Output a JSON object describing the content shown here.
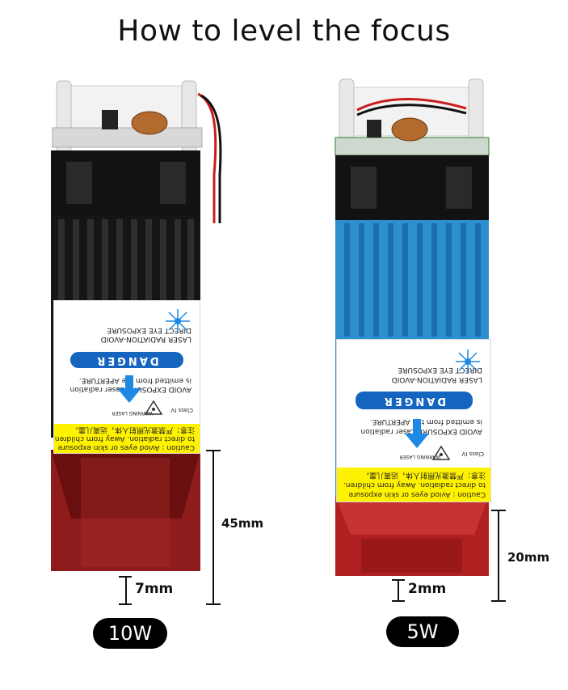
{
  "title": "How to level the focus",
  "modules": [
    {
      "power_label": "10W",
      "height_dimension": "45mm",
      "gap_dimension": "7mm",
      "heatsink_color": "#151515",
      "nozzle_color": "#8e1c1c"
    },
    {
      "power_label": "5W",
      "height_dimension": "20mm",
      "gap_dimension": "2mm",
      "heatsink_color": "#2c8fd0",
      "nozzle_color": "#b02020"
    }
  ],
  "sticker": {
    "line1": "LASER RADIATION-AVOID",
    "line2": "DIRECT EYE EXPOSURE",
    "danger": "DANGER",
    "line3": "AVOID EXPOSURE-Laser radiation",
    "line4": "is emitted from the APERTURE.",
    "class": "Class IV",
    "warning": "WARNING LASER",
    "cn": "注意：严禁激光照射人体，远离儿童。",
    "caution1": "Caution : Aviod eyes or skin exposure",
    "caution2": "to direct radiation. Away from children."
  }
}
